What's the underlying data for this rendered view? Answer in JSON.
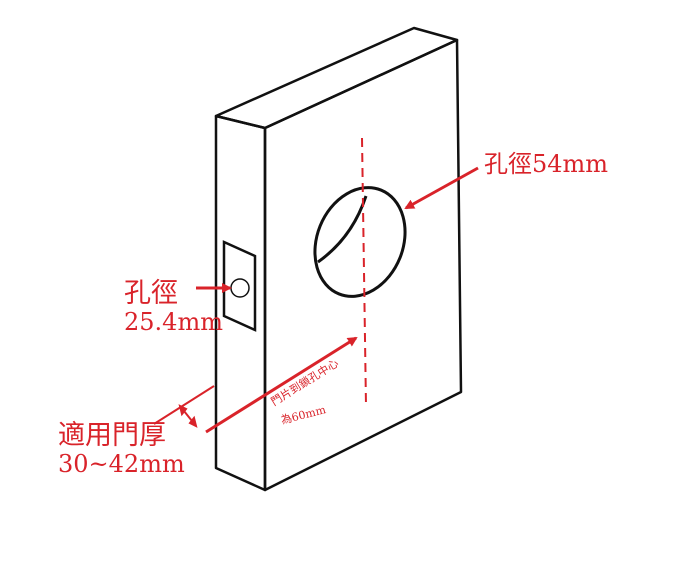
{
  "colors": {
    "outline": "#111111",
    "annotation": "#d9232a",
    "background": "#ffffff"
  },
  "labels": {
    "main_hole": "孔徑54mm",
    "side_hole_line1": "孔徑",
    "side_hole_line2": "25.4mm",
    "door_thickness_line1": "適用門厚",
    "door_thickness_line2": "30~42mm",
    "backset_line1": "門片到鎖孔中心",
    "backset_line2": "為60mm"
  }
}
